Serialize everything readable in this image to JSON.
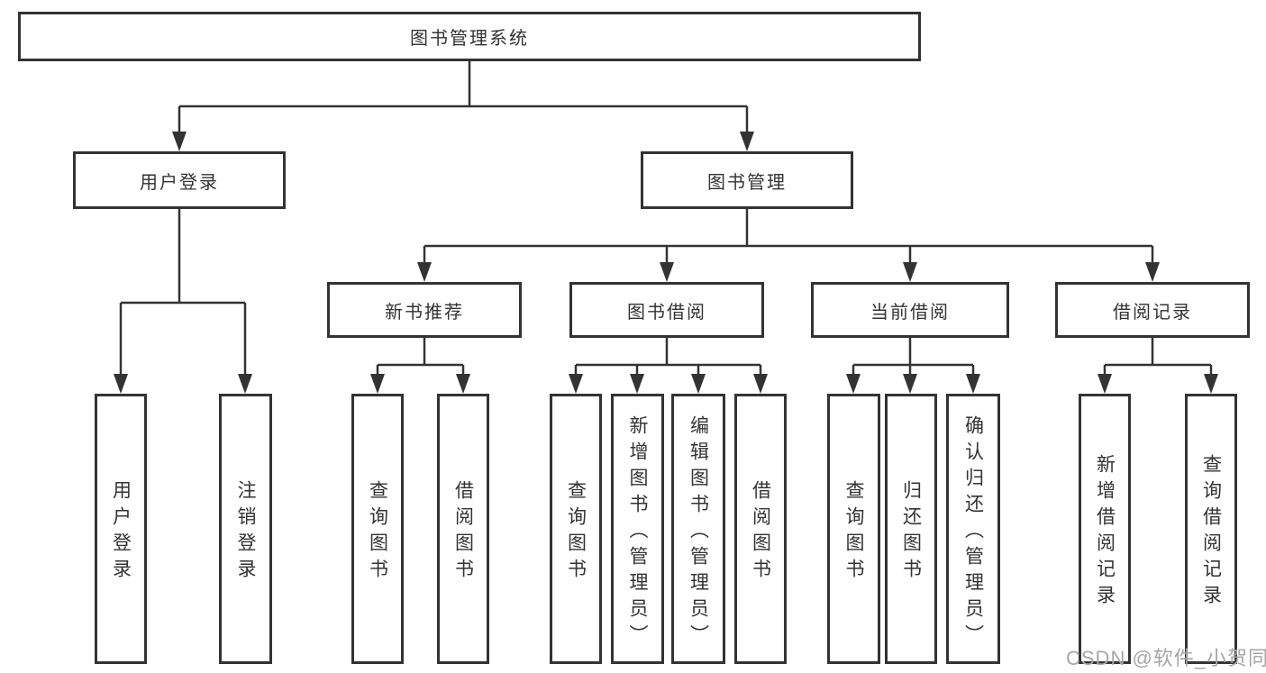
{
  "diagram": {
    "title": "图书管理系统",
    "tree": {
      "label": "图书管理系统",
      "children": [
        {
          "label": "用户登录",
          "children": [
            {
              "label": "用户登录"
            },
            {
              "label": "注销登录"
            }
          ]
        },
        {
          "label": "图书管理",
          "children": [
            {
              "label": "新书推荐",
              "children": [
                {
                  "label": "查询图书"
                },
                {
                  "label": "借阅图书"
                }
              ]
            },
            {
              "label": "图书借阅",
              "children": [
                {
                  "label": "查询图书"
                },
                {
                  "label": "新增图书（管理员）"
                },
                {
                  "label": "编辑图书（管理员）"
                },
                {
                  "label": "借阅图书"
                }
              ]
            },
            {
              "label": "当前借阅",
              "children": [
                {
                  "label": "查询图书"
                },
                {
                  "label": "归还图书"
                },
                {
                  "label": "确认归还（管理员）"
                }
              ]
            },
            {
              "label": "借阅记录",
              "children": [
                {
                  "label": "新增借阅记录"
                },
                {
                  "label": "查询借阅记录"
                }
              ]
            }
          ]
        }
      ]
    }
  },
  "watermark": {
    "text": "CSDN @软件_小贺同学"
  },
  "colors": {
    "line": "#333333",
    "box_border": "#333333",
    "text": "#333333",
    "watermark": "#a6a6a6",
    "background": "#ffffff"
  }
}
